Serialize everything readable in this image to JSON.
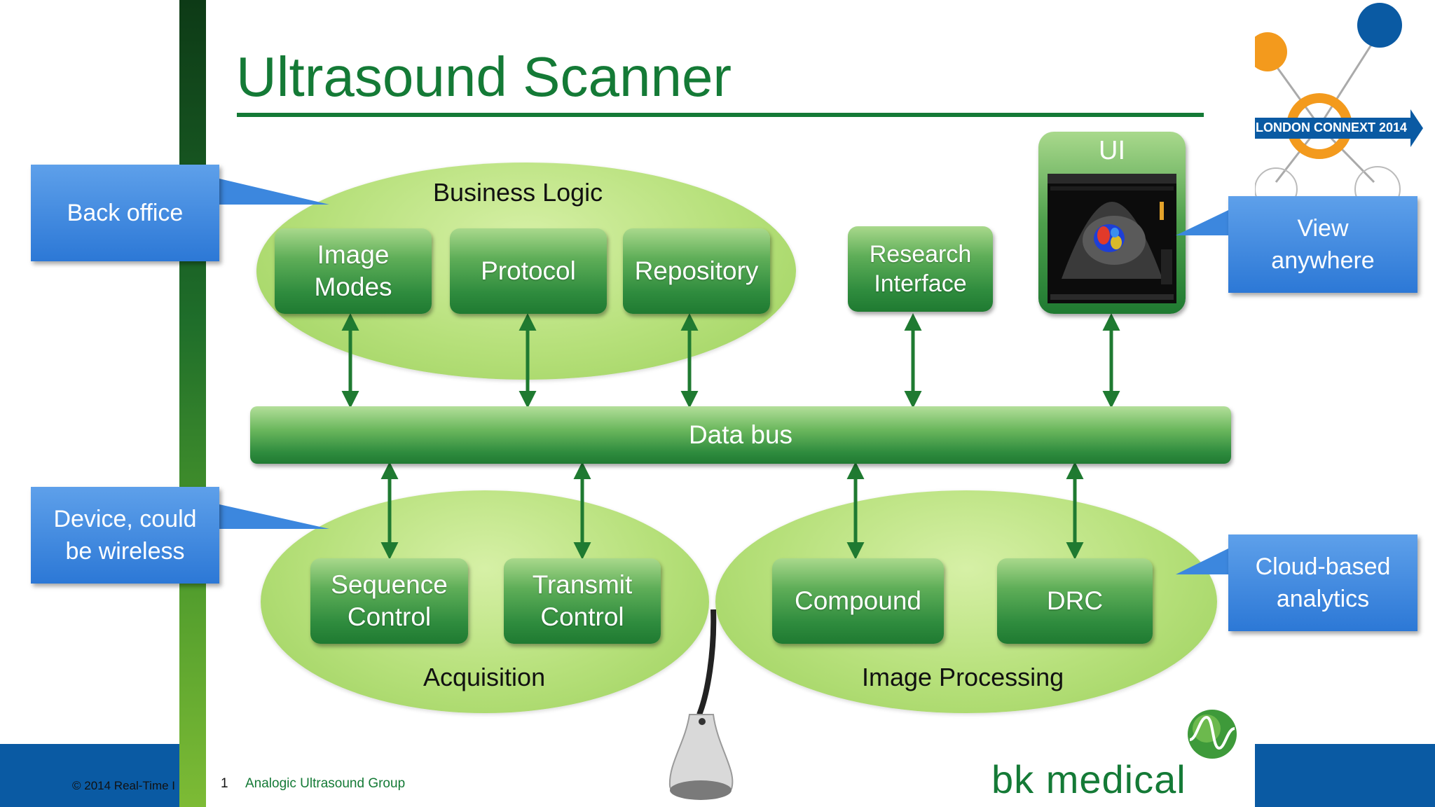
{
  "slide": {
    "title": "Ultrasound Scanner",
    "page_number": "1",
    "organization": "Analogic Ultrasound Group",
    "copyright": "© 2014 Real-Time I",
    "logo_text": "bk medical"
  },
  "diagram": {
    "groups": {
      "business_logic": "Business Logic",
      "acquisition": "Acquisition",
      "image_processing": "Image Processing"
    },
    "modules": {
      "image_modes": "Image\nModes",
      "protocol": "Protocol",
      "repository": "Repository",
      "research_interface": "Research\nInterface",
      "sequence_control": "Sequence\nControl",
      "transmit_control": "Transmit\nControl",
      "compound": "Compound",
      "drc": "DRC"
    },
    "ui_label": "UI",
    "databus_label": "Data bus"
  },
  "callouts": {
    "back_office": "Back office",
    "device": "Device, could\nbe wireless",
    "view_anywhere": "View\nanywhere",
    "cloud_analytics": "Cloud-based\nanalytics"
  },
  "conference": {
    "name": "LONDON CONNEXT 2014"
  },
  "colors": {
    "brand_green": "#147a36",
    "module_green": "#2f8c3e",
    "callout_blue": "#2c78d6",
    "footer_blue": "#0a5aa3",
    "arrow_green": "#1f7a31"
  }
}
